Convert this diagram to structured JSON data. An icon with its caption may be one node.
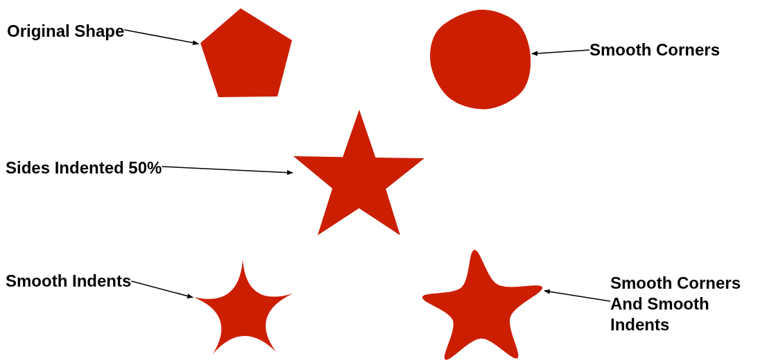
{
  "diagram": {
    "nodes": [
      {
        "text": [
          "Original Shape"
        ]
      },
      {
        "text": [],
        "shape": "pentagon"
      },
      {
        "text": [],
        "shape": "circle"
      },
      {
        "text": [
          "Smooth Corners"
        ]
      },
      {
        "text": [
          "Sides Indented 50%"
        ]
      },
      {
        "text": [],
        "shape": "star"
      },
      {
        "text": [
          "Smooth Indents"
        ]
      },
      {
        "text": [],
        "shape": "star"
      },
      {
        "text": [],
        "shape": "star"
      },
      {
        "text": [
          "Smooth Corners And Smooth Indents"
        ]
      }
    ],
    "edges": [
      {
        "from": 0,
        "to": 1,
        "arrow": "to"
      },
      {
        "from": 3,
        "to": 2,
        "arrow": "to"
      },
      {
        "from": 4,
        "to": 5,
        "arrow": "to"
      },
      {
        "from": 6,
        "to": 7,
        "arrow": "to"
      },
      {
        "from": 9,
        "to": 8,
        "arrow": "to"
      }
    ]
  }
}
